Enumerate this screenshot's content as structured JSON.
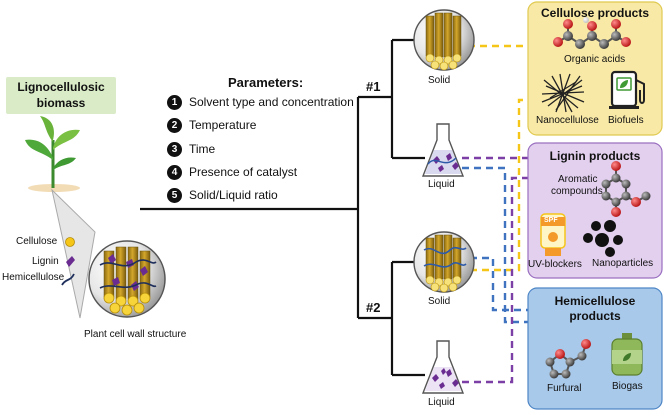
{
  "source": {
    "title_line1": "Lignocellulosic",
    "title_line2": "biomass",
    "bg_color": "#d9ecc7",
    "structure_label": "Plant cell wall structure",
    "legend": [
      {
        "label": "Cellulose",
        "icon": "cellulose-circle-icon",
        "color": "#f5c518"
      },
      {
        "label": "Lignin",
        "icon": "lignin-fragment-icon",
        "color": "#6a2c91"
      },
      {
        "label": "Hemicellulose",
        "icon": "hemicellulose-strand-icon",
        "color": "#1f2f5c"
      }
    ]
  },
  "parameters": {
    "title": "Parameters:",
    "items": [
      {
        "number": "1",
        "label": "Solvent type and concentration"
      },
      {
        "number": "2",
        "label": "Temperature"
      },
      {
        "number": "3",
        "label": "Time"
      },
      {
        "number": "4",
        "label": "Presence of catalyst"
      },
      {
        "number": "5",
        "label": "Solid/Liquid ratio"
      }
    ]
  },
  "routes": [
    {
      "label": "#1",
      "solid_label": "Solid",
      "liquid_label": "Liquid"
    },
    {
      "label": "#2",
      "solid_label": "Solid",
      "liquid_label": "Liquid"
    }
  ],
  "products": {
    "cellulose": {
      "title": "Cellulose products",
      "bg_color": "#f8e9a6",
      "border_color": "#e0c94f",
      "items": [
        "Organic acids",
        "Nanocellulose",
        "Biofuels"
      ]
    },
    "lignin": {
      "title": "Lignin products",
      "bg_color": "#e3d0ef",
      "border_color": "#9a6fc0",
      "items": [
        "Aromatic compounds",
        "UV-blockers",
        "Nanoparticles"
      ],
      "aromatic_line1": "Aromatic",
      "aromatic_line2": "compounds",
      "spf_text": "SPF"
    },
    "hemicellulose": {
      "title_line1": "Hemicellulose",
      "title_line2": "products",
      "bg_color": "#a9c9ea",
      "border_color": "#4e86c6",
      "items": [
        "Furfural",
        "Biogas"
      ]
    }
  },
  "connector_colors": {
    "cellulose": "#f5c518",
    "lignin": "#7b3fa6",
    "hemicellulose": "#3f73c0"
  }
}
